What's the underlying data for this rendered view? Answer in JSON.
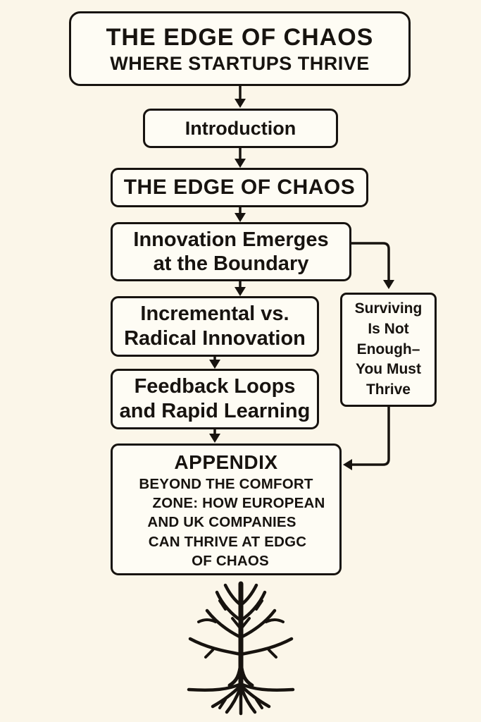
{
  "colors": {
    "background": "#fbf6e9",
    "box_fill": "#fefcf4",
    "ink": "#17130f"
  },
  "flowchart": {
    "title": {
      "line1": "THE EDGE OF CHAOS",
      "line2": "WHERE STARTUPS THRIVE"
    },
    "nodes": {
      "introduction": "Introduction",
      "edge_of_chaos": "THE EDGE OF CHAOS",
      "innovation_emerges": "Innovation Emerges\nat the Boundary",
      "incremental_vs_radical": "Incremental vs.\nRadical Innovation",
      "feedback_loops": "Feedback Loops\nand Rapid Learning",
      "surviving": "Surviving\nIs Not\nEnough–\nYou Must\nThrive",
      "appendix": {
        "title": "APPENDIX",
        "line1": "BEYOND THE COMFORT",
        "line2": "ZONE: HOW EUROPEAN",
        "line3": "AND UK COMPANIES",
        "line4": "CAN THRIVE AT EDGC",
        "line5": "OF CHAOS"
      }
    },
    "footer_icon": "bare-tree-with-roots-icon"
  }
}
